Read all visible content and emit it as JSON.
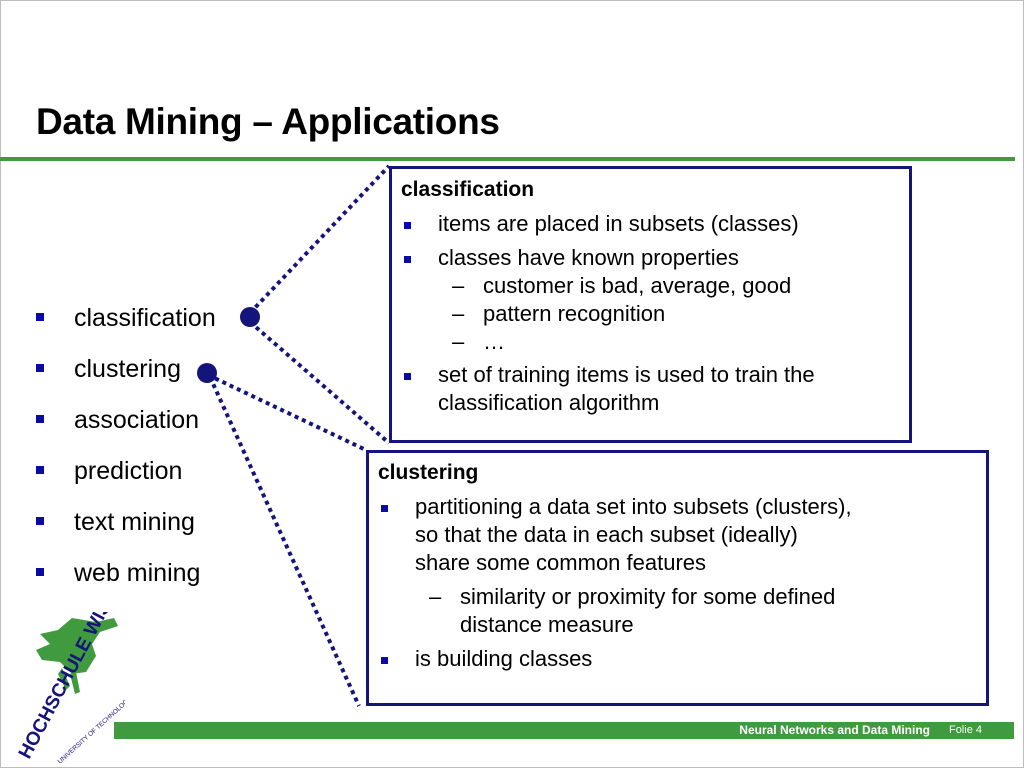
{
  "slide": {
    "title": "Data Mining – Applications"
  },
  "topics": [
    "classification",
    "clustering",
    "association",
    "prediction",
    "text mining",
    "web mining"
  ],
  "classification_box": {
    "heading": "classification",
    "bullet1": "items are placed in subsets (classes)",
    "bullet2": "classes have known properties",
    "sub1": "customer is bad, average, good",
    "sub2": "pattern recognition",
    "sub3": "…",
    "bullet3_line1": "set of training items is used to train the",
    "bullet3_line2": "classification algorithm"
  },
  "clustering_box": {
    "heading": "clustering",
    "bullet1_line1": "partitioning a data set into subsets (clusters),",
    "bullet1_line2": "so that the data in each subset (ideally)",
    "bullet1_line3": "share some common features",
    "sub1_line1": "similarity or proximity for some defined",
    "sub1_line2": "distance measure",
    "bullet2": "is building classes"
  },
  "dash_glyph": "–",
  "logo": {
    "text_main": "HOCHSCHULE WISMAR",
    "text_sub": "UNIVERSITY OF TECHNOLOGY, BUSINESS AND DESIGN"
  },
  "footer": {
    "course": "Neural Networks and Data Mining",
    "slide_label": "Folie 4"
  },
  "colors": {
    "accent_green": "#3f9b3d",
    "navy": "#14147a",
    "bullet_blue": "#0a0aa8"
  }
}
